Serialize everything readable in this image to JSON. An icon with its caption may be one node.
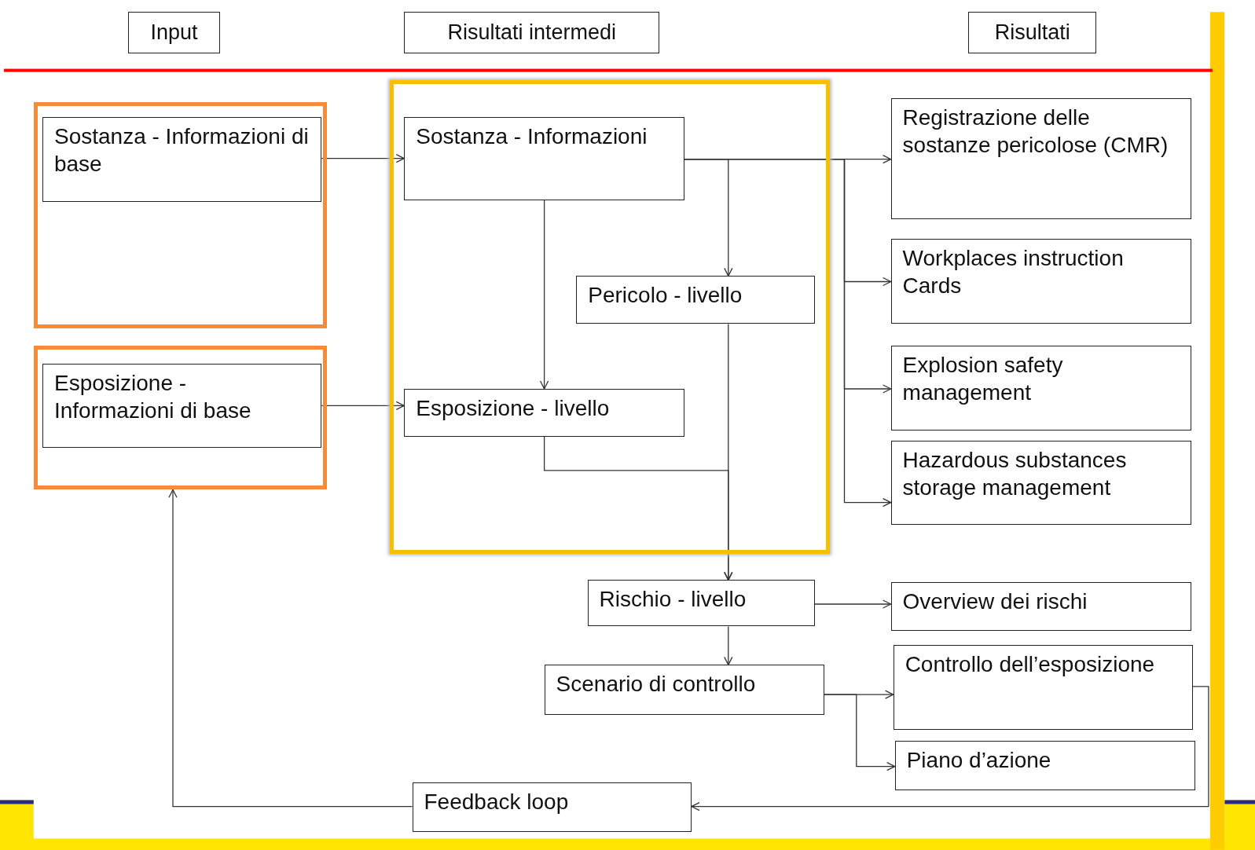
{
  "diagram": {
    "nodes": [
      {
        "text": [
          "Input"
        ]
      },
      {
        "text": [
          "Risultati intermedi"
        ]
      },
      {
        "text": [
          "Risultati"
        ]
      },
      {
        "text": [],
        "shape": "box"
      },
      {
        "text": [
          "Sostanza - Informazioni di base"
        ],
        "in": 3
      },
      {
        "text": [],
        "shape": "box"
      },
      {
        "text": [
          "Esposizione - Informazioni di base"
        ],
        "in": 5
      },
      {
        "text": [],
        "shape": "box"
      },
      {
        "text": [
          "Sostanza - Informazioni"
        ],
        "in": 7
      },
      {
        "text": [
          "Pericolo - livello"
        ],
        "in": 7
      },
      {
        "text": [
          "Esposizione - livello"
        ],
        "in": 7
      },
      {
        "text": [
          "Registrazione delle sostanze pericolose (CMR)"
        ]
      },
      {
        "text": [
          "Workplaces instruction Cards"
        ]
      },
      {
        "text": [
          "Explosion safety management"
        ]
      },
      {
        "text": [
          "Hazardous substances storage management"
        ]
      },
      {
        "text": [
          "Rischio - livello"
        ]
      },
      {
        "text": [
          "Overview dei rischi"
        ]
      },
      {
        "text": [
          "Scenario di controllo"
        ]
      },
      {
        "text": [
          "Controllo dell’esposizione"
        ]
      },
      {
        "text": [
          "Piano d’azione"
        ]
      },
      {
        "text": [
          "Feedback loop"
        ]
      }
    ],
    "edges": [
      {
        "from": 4,
        "to": 8,
        "arrow": "to"
      },
      {
        "from": 6,
        "to": 10,
        "arrow": "to"
      },
      {
        "from": 8,
        "to": 9,
        "arrow": "to"
      },
      {
        "from": 8,
        "to": 10,
        "arrow": "to"
      },
      {
        "from": 8,
        "to": 11,
        "arrow": "to"
      },
      {
        "from": 8,
        "to": 12,
        "arrow": "to"
      },
      {
        "from": 8,
        "to": 13,
        "arrow": "to"
      },
      {
        "from": 8,
        "to": 14,
        "arrow": "to"
      },
      {
        "from": 9,
        "to": 15,
        "arrow": "to"
      },
      {
        "from": 10,
        "to": 15,
        "arrow": "to"
      },
      {
        "from": 15,
        "to": 16,
        "arrow": "to"
      },
      {
        "from": 15,
        "to": 17,
        "arrow": "to"
      },
      {
        "from": 17,
        "to": 18,
        "arrow": "to"
      },
      {
        "from": 17,
        "to": 19,
        "arrow": "to"
      },
      {
        "from": 18,
        "to": 20,
        "arrow": "to"
      },
      {
        "from": 20,
        "to": 5,
        "arrow": "to"
      }
    ]
  }
}
